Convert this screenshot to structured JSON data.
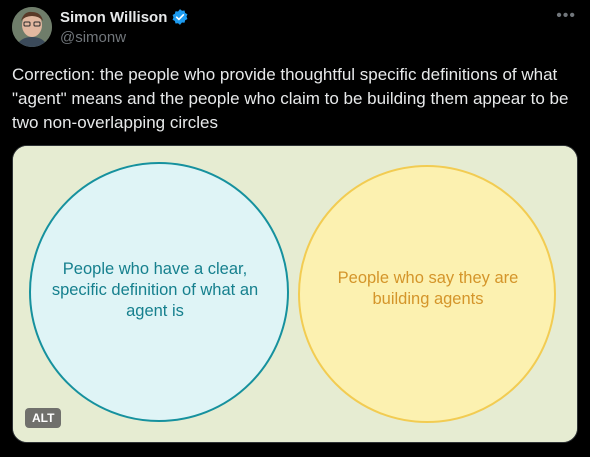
{
  "author": {
    "display_name": "Simon Willison",
    "handle": "@simonw",
    "verified": true
  },
  "tweet": {
    "text": "Correction: the people who provide thoughtful specific definitions of what \"agent\" means and the people who claim to be building them appear to be two non-overlapping circles"
  },
  "media": {
    "background_color": "#e6ecd2",
    "left_circle": {
      "text": "People who have a clear, specific definition of what an agent is",
      "fill": "#dff4f6",
      "stroke": "#16919e",
      "text_color": "#16808e"
    },
    "right_circle": {
      "text": "People who say they are building agents",
      "fill": "#fcf1b0",
      "stroke": "#f2cc52",
      "text_color": "#d4952a"
    },
    "alt_label": "ALT"
  },
  "icons": {
    "more": "more-icon",
    "verified": "verified-badge-icon",
    "avatar": "avatar"
  }
}
